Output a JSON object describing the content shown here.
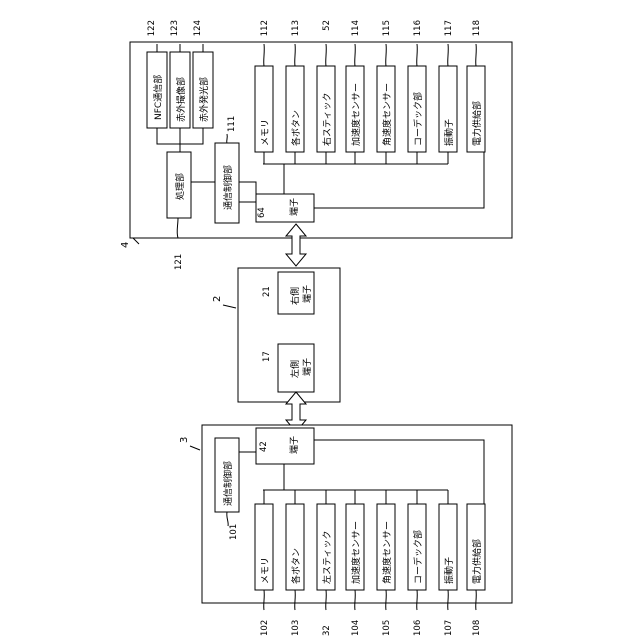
{
  "figure": {
    "controller_right": {
      "ref": "4",
      "terminal": {
        "label": "端子",
        "ref": "64"
      },
      "comm_control": {
        "label": "通信制御部",
        "ref": "111"
      },
      "processing": {
        "label": "処理部",
        "ref": "121"
      },
      "top_units": [
        {
          "label": "NFC通信部",
          "ref": "122"
        },
        {
          "label": "赤外撮像部",
          "ref": "123"
        },
        {
          "label": "赤外発光部",
          "ref": "124"
        }
      ],
      "units": [
        {
          "label": "メモリ",
          "ref": "112"
        },
        {
          "label": "各ボタン",
          "ref": "113"
        },
        {
          "label": "右スティック",
          "ref": "52"
        },
        {
          "label": "加速度センサー",
          "ref": "114"
        },
        {
          "label": "角速度センサー",
          "ref": "115"
        },
        {
          "label": "コーデック部",
          "ref": "116"
        },
        {
          "label": "振動子",
          "ref": "117"
        },
        {
          "label": "電力供給部",
          "ref": "118"
        }
      ]
    },
    "main_body": {
      "ref": "2",
      "right_terminal": {
        "label": "右側\n端子",
        "ref": "21"
      },
      "left_terminal": {
        "label": "左側\n端子",
        "ref": "17"
      }
    },
    "controller_left": {
      "ref": "3",
      "terminal": {
        "label": "端子",
        "ref": "42"
      },
      "comm_control": {
        "label": "通信制御部",
        "ref": "101"
      },
      "units": [
        {
          "label": "メモリ",
          "ref": "102"
        },
        {
          "label": "各ボタン",
          "ref": "103"
        },
        {
          "label": "左スティック",
          "ref": "32"
        },
        {
          "label": "加速度センサー",
          "ref": "104"
        },
        {
          "label": "角速度センサー",
          "ref": "105"
        },
        {
          "label": "コーデック部",
          "ref": "106"
        },
        {
          "label": "振動子",
          "ref": "107"
        },
        {
          "label": "電力供給部",
          "ref": "108"
        }
      ]
    }
  }
}
